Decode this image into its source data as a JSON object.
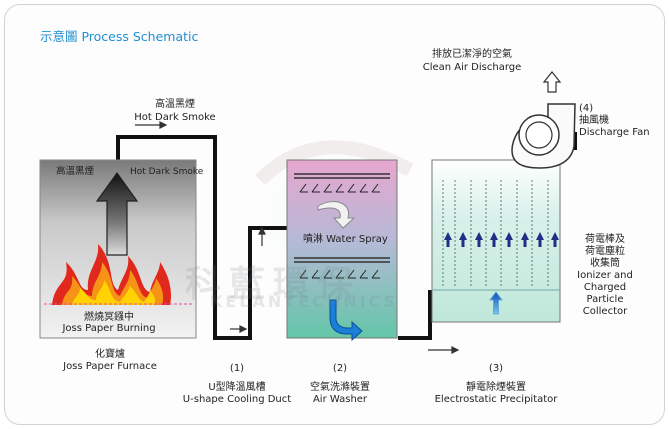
{
  "title": "示意圖 Process Schematic",
  "labels": {
    "hot_smoke_cn": "高溫黑煙",
    "hot_smoke_en": "Hot Dark Smoke",
    "furnace_top_cn": "高溫黑煙",
    "furnace_top_en": "Hot Dark Smoke",
    "burning_cn": "燃燒冥鏹中",
    "burning_en": "Joss Paper Burning",
    "furnace_cn": "化寶爐",
    "furnace_en": "Joss Paper Furnace",
    "duct_num": "(1)",
    "duct_cn": "U型降溫風槽",
    "duct_en": "U-shape Cooling Duct",
    "spray_label": "噴淋 Water Spray",
    "washer_num": "(2)",
    "washer_cn": "空氣洗滌裝置",
    "washer_en": "Air Washer",
    "esp_num": "(3)",
    "esp_cn": "靜電除煙裝置",
    "esp_en": "Electrostatic Precipitator",
    "ionizer_cn_1": "荷電棒及",
    "ionizer_cn_2": "荷電塵粒",
    "ionizer_cn_3": "收集筒",
    "ionizer_en_1": "Ionizer and",
    "ionizer_en_2": "Charged",
    "ionizer_en_3": "Particle",
    "ionizer_en_4": "Collector",
    "fan_num": "(4)",
    "fan_cn": "抽風機",
    "fan_en": "Discharge Fan",
    "discharge_cn": "排放已潔淨的空氣",
    "discharge_en": "Clean Air Discharge"
  },
  "watermark": {
    "cn": "科藍環保",
    "en": "KELANTECHNICS"
  },
  "colors": {
    "title": "#1f8fd0",
    "duct": "#111111",
    "washer_top": "#e7a6cf",
    "washer_bottom": "#63c6a9",
    "esp_fill": "#c7ebe0",
    "arrow_blue": "#1f2f86",
    "flame_red": "#e0281c",
    "flame_yellow": "#ffd200"
  }
}
